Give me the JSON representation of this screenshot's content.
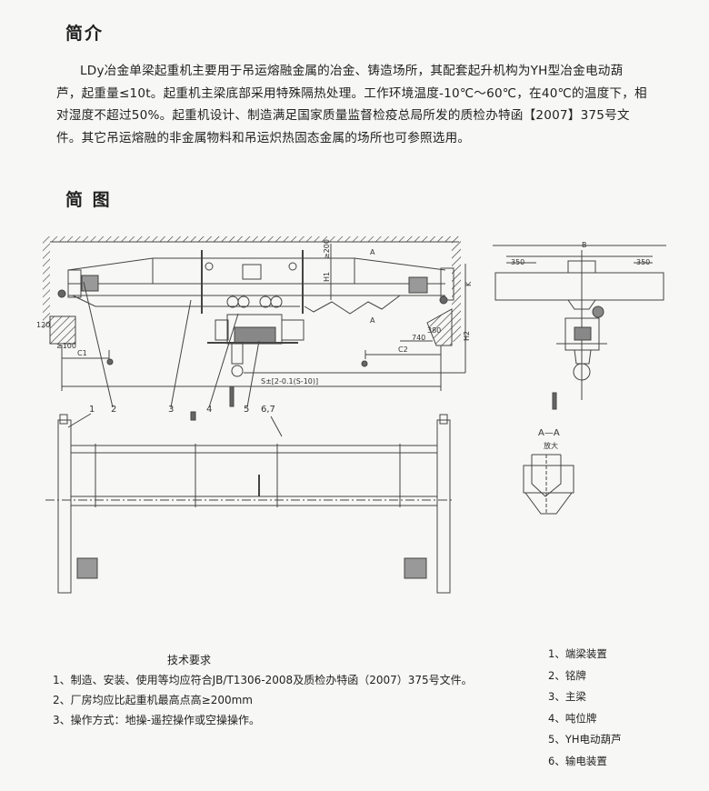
{
  "intro": {
    "heading": "简介",
    "paragraph": "LDy冶金单梁起重机主要用于吊运熔融金属的冶金、铸造场所，其配套起升机构为YH型冶金电动葫芦，起重量≤10t。起重机主梁底部采用特殊隔热处理。工作环境温度-10℃～60℃，在40℃的温度下，相对湿度不超过50%。起重机设计、制造满足国家质量监督检疫总局所发的质检办特函【2007】375号文件。其它吊运熔融的非金属物料和吊运炽热固态金属的场所也可参照选用。"
  },
  "diagram": {
    "heading": "简 图",
    "labels": {
      "span": "S±[2-0.1(S-10)]",
      "c1": "C1",
      "c2": "C2",
      "d120": "120",
      "d100": "≥100",
      "d740": "740",
      "d380": "380",
      "h1": "H1",
      "h2": "H2",
      "h200": "≥200",
      "k": "K",
      "section_a_top": "A",
      "section_a_bottom": "A",
      "b": "B",
      "d350_left": "350",
      "d350_right": "350",
      "section_title": "A—A",
      "section_note": "放大"
    },
    "callouts": [
      "1",
      "2",
      "3",
      "4",
      "5",
      "6,7"
    ]
  },
  "requirements": {
    "title": "技术要求",
    "items": [
      "1、制造、安装、使用等均应符合JB/T1306-2008及质检办特函（2007）375号文件。",
      "2、厂房均应比起重机最高点高≥200mm",
      "3、操作方式：地操-遥控操作或空操操作。"
    ]
  },
  "legend": {
    "items": [
      "1、端梁装置",
      "2、铭牌",
      "3、主梁",
      "4、吨位牌",
      "5、YH电动葫芦",
      "6、输电装置"
    ]
  }
}
